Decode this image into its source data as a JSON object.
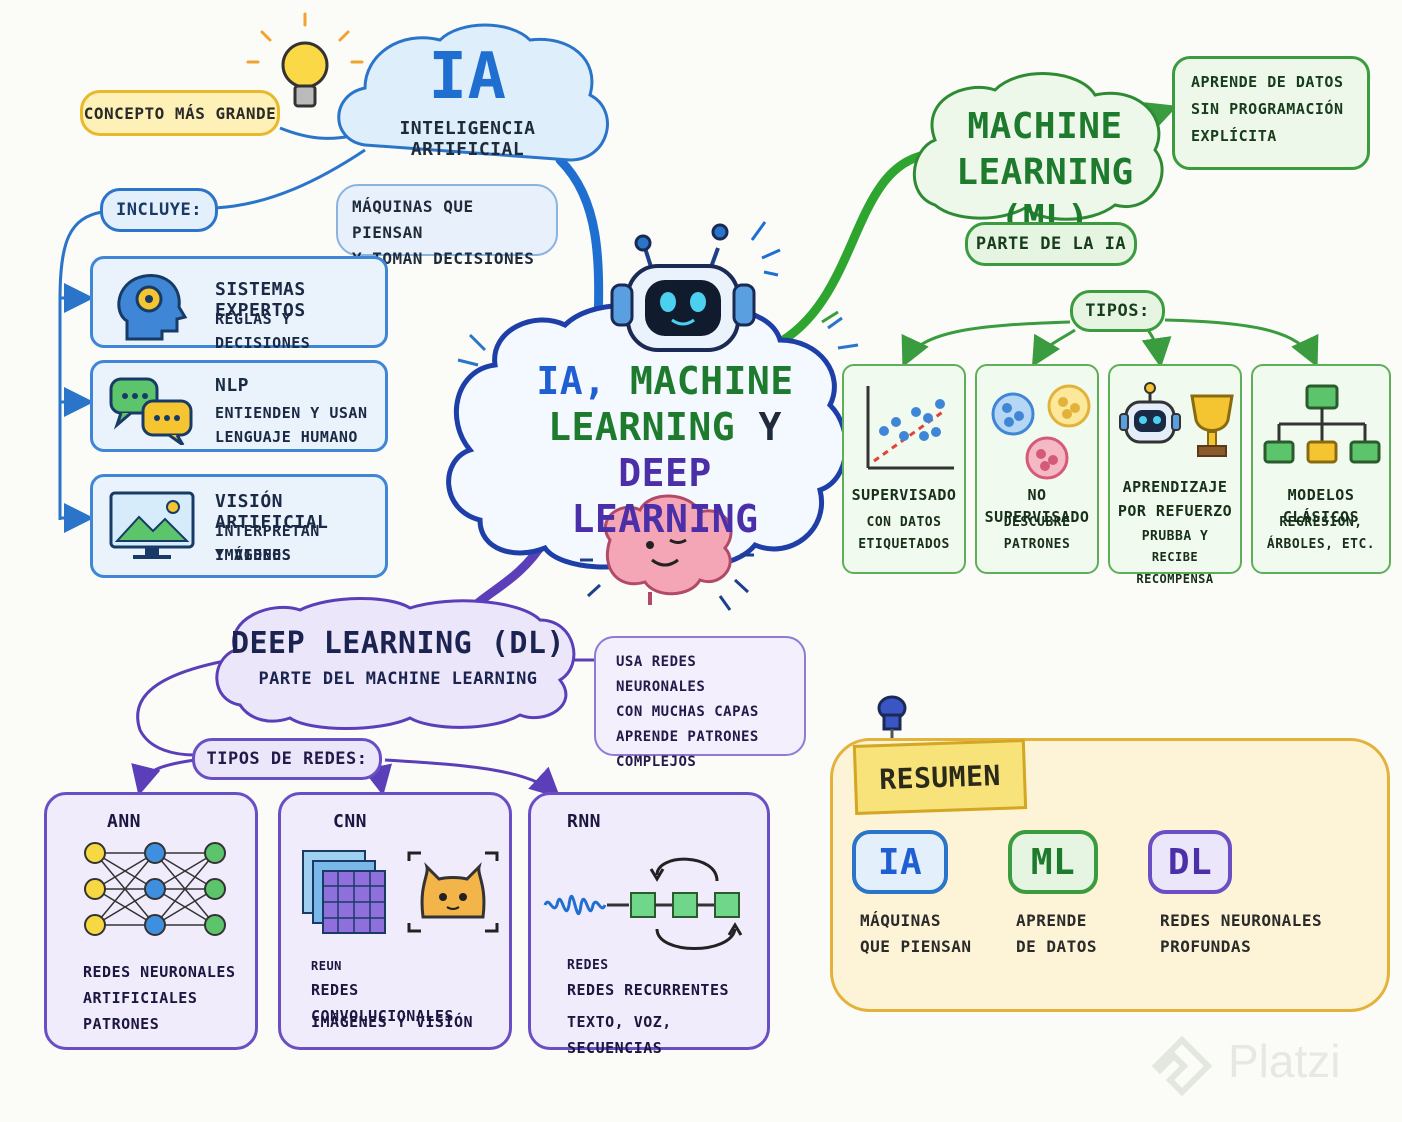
{
  "center": {
    "title_ia": "IA,",
    "title_machine": "MACHINE",
    "title_learning": "LEARNING",
    "title_y": "Y",
    "title_deep": "DEEP LEARNING"
  },
  "ia": {
    "title": "IA",
    "subtitle": "INTELIGENCIA ARTIFICIAL",
    "tag": "CONCEPTO MÁS GRANDE",
    "note_lines": [
      "MÁQUINAS QUE PIENSAN",
      "Y TOMAN DECISIONES"
    ],
    "includes_label": "INCLUYE:",
    "items": [
      {
        "title": "SISTEMAS EXPERTOS",
        "lines": [
          "REGLAS Y DECISIONES"
        ],
        "icon": "gear-head-icon"
      },
      {
        "title": "NLP",
        "lines": [
          "ENTIENDEN Y USAN",
          "LENGUAJE HUMANO"
        ],
        "icon": "chat-bubbles-icon"
      },
      {
        "title": "VISIÓN ARTIFICIAL",
        "lines": [
          "INTERPRETAN IMÁGENES",
          "Y VIDEOS"
        ],
        "icon": "monitor-image-icon"
      }
    ]
  },
  "ml": {
    "title_lines": [
      "MACHINE",
      "LEARNING (ML)"
    ],
    "tag": "PARTE DE LA IA",
    "note_lines": [
      "APRENDE DE DATOS",
      "SIN PROGRAMACIÓN",
      "EXPLÍCITA"
    ],
    "types_label": "TIPOS:",
    "types": [
      {
        "title_lines": [
          "SUPERVISADO"
        ],
        "lines": [
          "CON DATOS",
          "ETIQUETADOS"
        ],
        "icon": "scatter-plot-icon"
      },
      {
        "title_lines": [
          "NO SUPERVISADO"
        ],
        "lines": [
          "DESCUBRE",
          "PATRONES"
        ],
        "icon": "clusters-icon"
      },
      {
        "title_lines": [
          "APRENDIZAJE",
          "POR REFUERZO"
        ],
        "lines": [
          "PRUBBA Y",
          "RECIBE RECOMPENSA"
        ],
        "icon": "robot-trophy-icon"
      },
      {
        "title_lines": [
          "MODELOS CLÁSICOS"
        ],
        "lines": [
          "REGRESIÓN,",
          "ÁRBOLES, ETC."
        ],
        "icon": "decision-tree-icon"
      }
    ]
  },
  "dl": {
    "title": "DEEP LEARNING (DL)",
    "subtitle": "PARTE DEL MACHINE LEARNING",
    "note_lines": [
      "USA REDES NEURONALES",
      "CON MUCHAS CAPAS",
      "APRENDE PATRONES",
      "COMPLEJOS"
    ],
    "networks_label": "TIPOS DE REDES:",
    "networks": [
      {
        "title": "ANN",
        "lines": [
          "REDES NEURONALES",
          "ARTIFICIALES",
          "PATRONES"
        ],
        "icon": "neural-network-icon"
      },
      {
        "title": "CNN",
        "lines": [
          "REUN",
          "REDES CONVOLUCIONALES",
          "IMÁGENES Y VISIÓN"
        ],
        "icon": "convolution-cat-icon"
      },
      {
        "title": "RNN",
        "lines": [
          "REDES",
          "REDES RECURRENTES",
          "TEXTO, VOZ, SECUENCIAS"
        ],
        "icon": "recurrent-loop-icon"
      }
    ]
  },
  "summary": {
    "label": "RESUMEN",
    "nodes": [
      {
        "label": "IA",
        "lines": [
          "MÁQUINAS",
          "QUE PIENSAN"
        ]
      },
      {
        "label": "ML",
        "lines": [
          "APRENDE",
          "DE DATOS"
        ]
      },
      {
        "label": "DL",
        "lines": [
          "REDES NEURONALES",
          "PROFUNDAS"
        ]
      }
    ]
  },
  "watermark": "Platzi",
  "colors": {
    "ia_blue": "#1f6fd1",
    "ml_green": "#1e7a2c",
    "dl_purple": "#4a2fa8",
    "summary_yellow": "#e2b23a"
  }
}
